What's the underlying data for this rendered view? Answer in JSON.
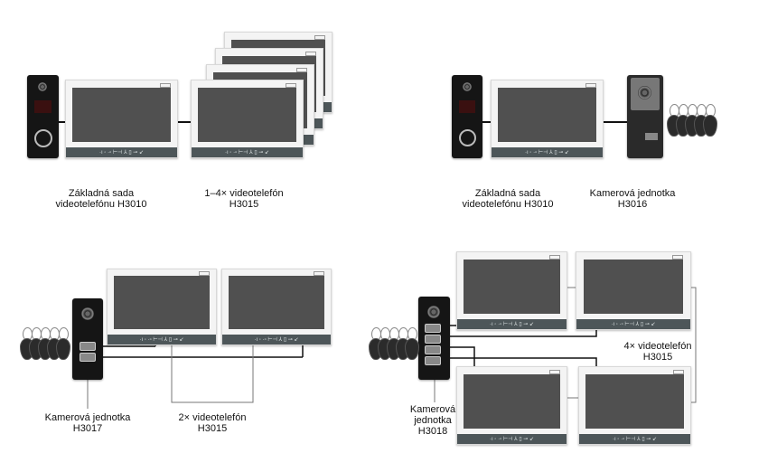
{
  "panels": [
    {
      "labels": [
        {
          "line1": "Základná sada",
          "line2": "videotelefónu H3010"
        },
        {
          "line1": "1–4× videotelefón",
          "line2": "H3015"
        }
      ]
    },
    {
      "labels": [
        {
          "line1": "Základná sada",
          "line2": "videotelefónu  H3010"
        },
        {
          "line1": "Kamerová jednotka",
          "line2": "H3016"
        }
      ]
    },
    {
      "labels": [
        {
          "line1": "Kamerová jednotka",
          "line2": "H3017"
        },
        {
          "line1": "2× videotelefón",
          "line2": "H3015"
        }
      ]
    },
    {
      "labels": [
        {
          "line1": "Kamerová",
          "line2": "jednotka",
          "line3": "H3018"
        },
        {
          "line1": "4× videotelefón",
          "line2": "H3015"
        }
      ]
    }
  ],
  "monitor_bar_icons": "·ı ◦ ·▫ ⊢⊣ ⅄ ▯ ⊸ ↙",
  "colors": {
    "screen": "#505050",
    "bar": "#4d5659",
    "unit": "#151515",
    "wire": "#111111"
  }
}
